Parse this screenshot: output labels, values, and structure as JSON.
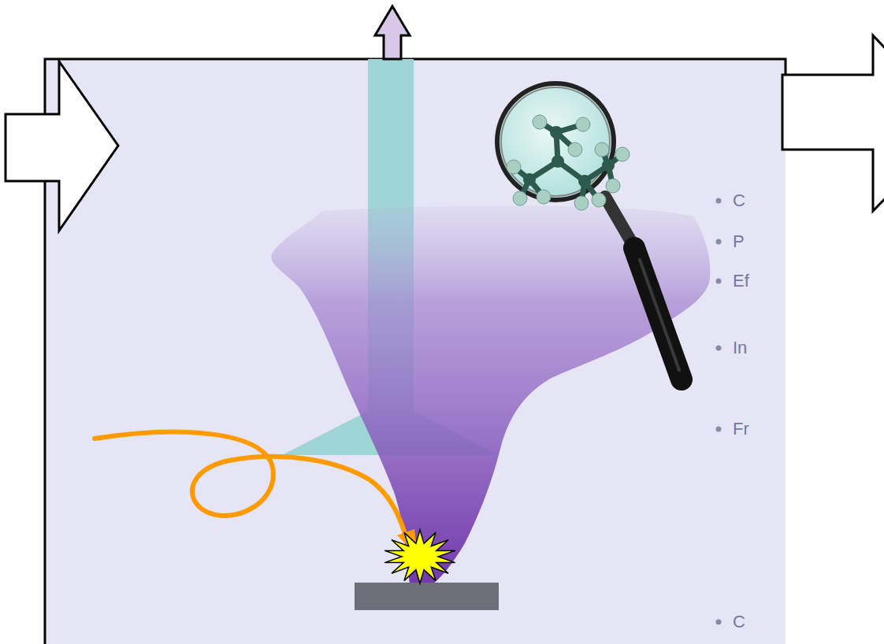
{
  "diagram": {
    "labels": [
      "C",
      "P",
      "Ef",
      "In",
      "Fr",
      "C"
    ]
  }
}
